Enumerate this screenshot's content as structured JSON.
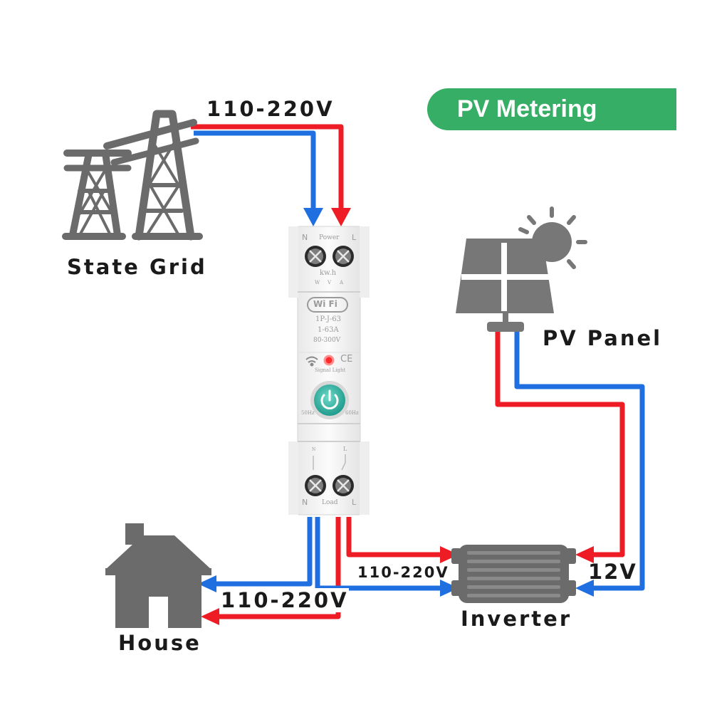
{
  "title_badge": "PV Metering",
  "nodes": {
    "grid": "State Grid",
    "pv_panel": "PV Panel",
    "house": "House",
    "inverter": "Inverter"
  },
  "voltages": {
    "grid_input": "110-220V",
    "house_output": "110-220V",
    "inverter_ac": "110-220V",
    "panel_dc": "12V"
  },
  "device": {
    "top_n": "N",
    "top_label": "Power",
    "top_l": "L",
    "unit_main": "kw.h",
    "unit_sub": [
      "W",
      "V",
      "A"
    ],
    "wifi_logo": "Wi Fi",
    "model": "1P-J-63",
    "current": "1-63A",
    "voltage_range": "80-300V",
    "ce_mark": "CE",
    "signal_label": "Signal Light",
    "freq_left": "50Hz",
    "freq_right": "60Hz",
    "bottom_n": "N",
    "bottom_label": "Load",
    "bottom_l": "L",
    "upper_n": "N",
    "upper_l": "L"
  },
  "colors": {
    "live_wire": "#ee1c24",
    "neutral_wire": "#1f6fe0",
    "icon_gray": "#666666",
    "badge_green": "#36ae66",
    "power_button": "#2bb5a4"
  }
}
